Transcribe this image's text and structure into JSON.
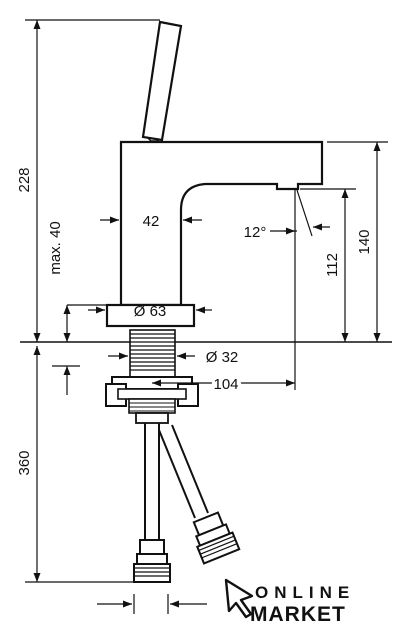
{
  "dimensions": {
    "total_height": "228",
    "max_40": "max. 40",
    "body_width": "42",
    "spout_angle": "12°",
    "outlet_height": "112",
    "spout_height": "140",
    "base_diameter": "Ø 63",
    "thread_diameter": "Ø 32",
    "projection": "104",
    "hose_length": "360"
  },
  "watermark": {
    "line1": "ONLINE",
    "line2": "MARKET"
  }
}
